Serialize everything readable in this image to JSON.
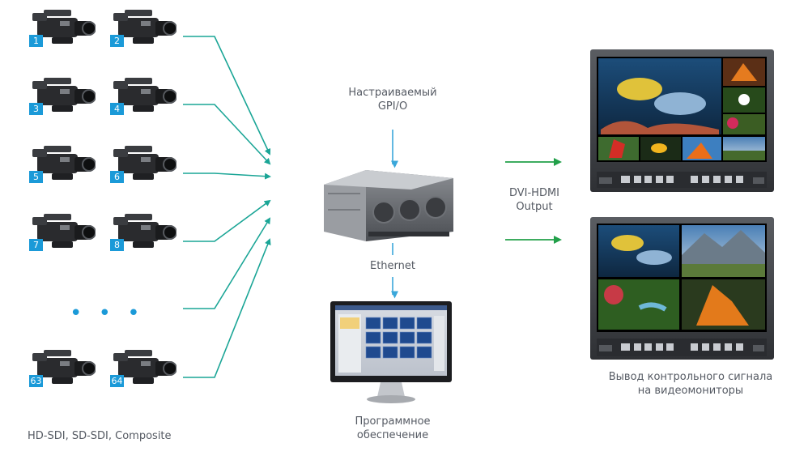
{
  "cameras": [
    "1",
    "2",
    "3",
    "4",
    "5",
    "6",
    "7",
    "8",
    "63",
    "64"
  ],
  "labels": {
    "gpio_line1": "Настраиваемый",
    "gpio_line2": "GPI/O",
    "ethernet": "Ethernet",
    "software_line1": "Программное",
    "software_line2": "обеспечение",
    "dvi_line1": "DVI-HDMI",
    "dvi_line2": "Output",
    "monitor_out_line1": "Вывод контрольного сигнала",
    "monitor_out_line2": "на видеомониторы",
    "inputs": "HD-SDI, SD-SDI, Composite",
    "ellipsis": "• • •"
  },
  "colors": {
    "input_arrows": "#1aa596",
    "output_arrows": "#22a04a",
    "gpio_arrows": "#3aa7da",
    "badge": "#1b9ad8"
  }
}
